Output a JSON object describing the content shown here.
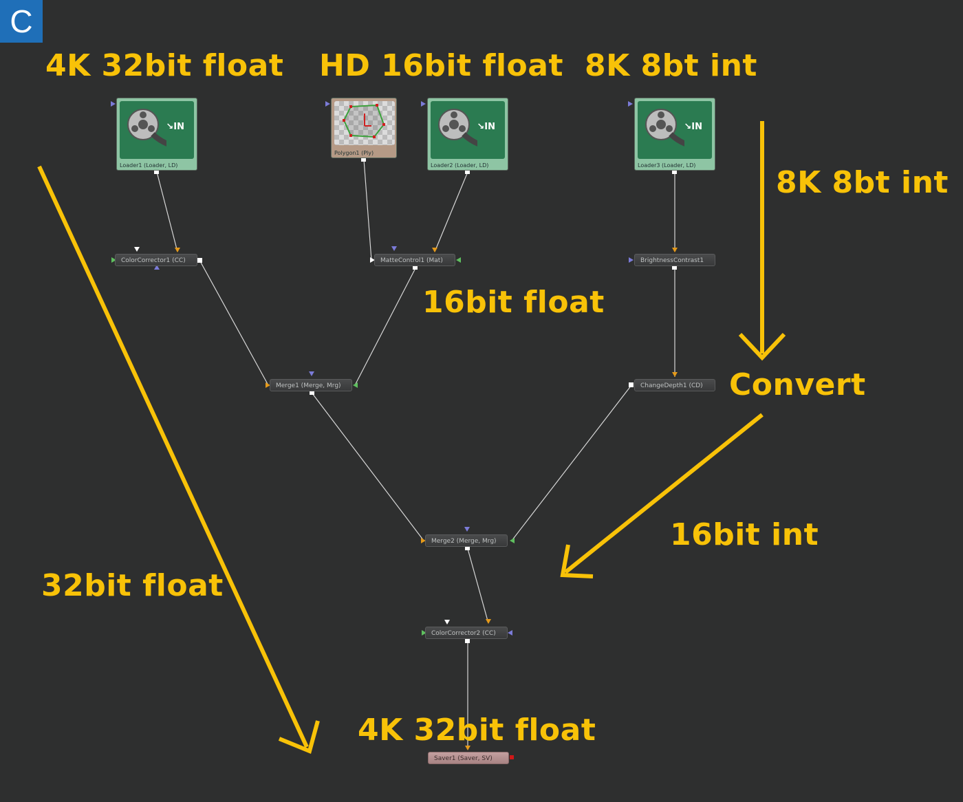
{
  "badge": "C",
  "annotations": {
    "top_left": "4K 32bit float",
    "top_mid": "HD 16bit float",
    "top_right": "8K 8bt int",
    "right_int": "8K 8bt int",
    "mid_float": "16bit float",
    "convert": "Convert",
    "int16": "16bit int",
    "left_float": "32bit float",
    "bottom": "4K 32bit float"
  },
  "nodes": {
    "loader1": "Loader1  (Loader, LD)",
    "polygon1": "Polygon1  (Ply)",
    "loader2": "Loader2  (Loader, LD)",
    "loader3": "Loader3  (Loader, LD)",
    "cc1": "ColorCorrector1  (CC)",
    "matte1": "MatteControl1  (Mat)",
    "bc1": "BrightnessContrast1",
    "merge1": "Merge1  (Merge, Mrg)",
    "cd1": "ChangeDepth1  (CD)",
    "merge2": "Merge2  (Merge, Mrg)",
    "cc2": "ColorCorrector2  (CC)",
    "saver1": "Saver1  (Saver, SV)"
  },
  "colors": {
    "background": "#2e2f2f",
    "annotation": "#f8c208",
    "badge": "#1f6fb8",
    "loader_thumb": "#8ec5a4",
    "saver": "#b59393"
  }
}
